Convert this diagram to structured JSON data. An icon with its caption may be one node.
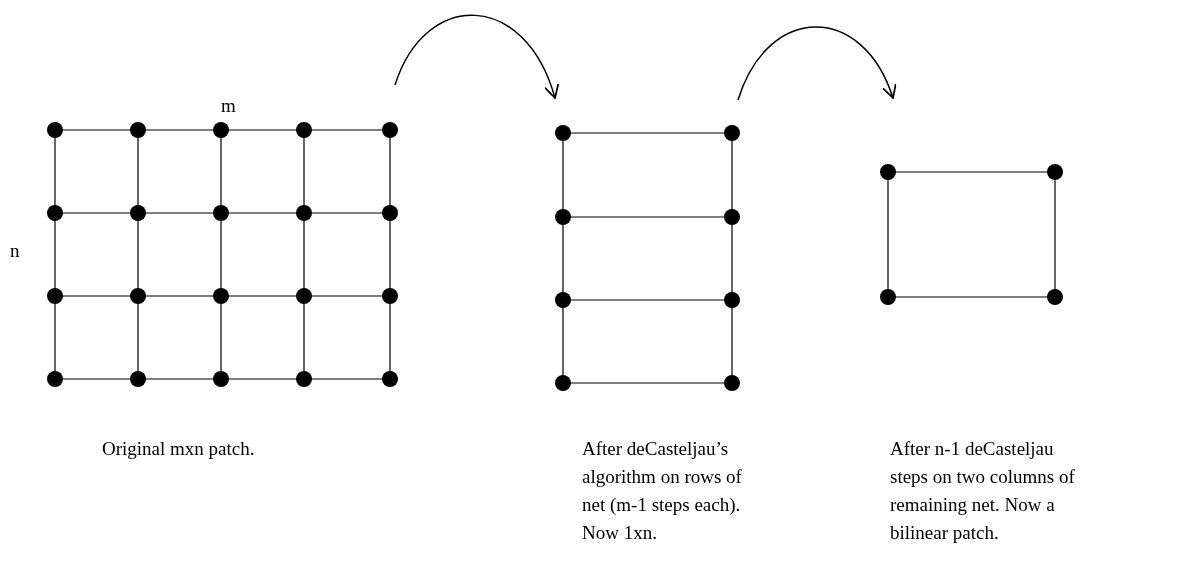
{
  "diagram": {
    "nodes": [
      {
        "text": [],
        "shape": "picture"
      },
      {
        "text": [],
        "shape": "picture"
      },
      {
        "text": [],
        "shape": "picture"
      }
    ],
    "edges": [
      {
        "from": 0,
        "to": 1,
        "arrow": "to"
      },
      {
        "from": 1,
        "to": 2,
        "arrow": "to"
      }
    ],
    "labels": [
      "m",
      "n",
      "Original mxn patch.",
      "After deCasteljau’s algorithm on rows of net (m-1 steps each). Now 1xn.",
      "After n-1 deCasteljau steps on two columns of remaining net.  Now a bilinear patch."
    ]
  }
}
